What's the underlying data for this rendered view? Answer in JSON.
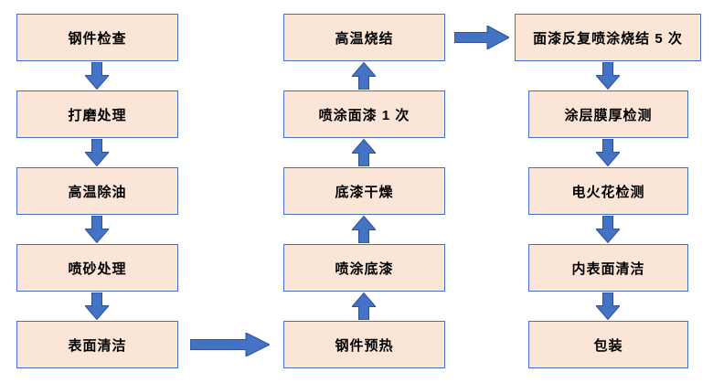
{
  "colors": {
    "background": "#ffffff",
    "box_fill": "#fbe5d6",
    "box_border": "#4472c4",
    "arrow_fill": "#4472c4",
    "arrow_border": "#2f528f",
    "text": "#000000"
  },
  "icons": {
    "arrow_down": "arrow-down-icon",
    "arrow_up": "arrow-up-icon",
    "arrow_right": "arrow-right-icon"
  },
  "flowchart": {
    "column1": {
      "direction": "top-to-bottom",
      "boxes": [
        "钢件检查",
        "打磨处理",
        "高温除油",
        "喷砂处理",
        "表面清洁"
      ]
    },
    "column2": {
      "direction": "bottom-to-top",
      "boxes": [
        "高温烧结",
        "喷涂面漆 1 次",
        "底漆干燥",
        "喷涂底漆",
        "钢件预热"
      ]
    },
    "column3": {
      "direction": "top-to-bottom",
      "boxes": [
        "面漆反复喷涂烧结 5 次",
        "涂层膜厚检测",
        "电火花检测",
        "内表面清洁",
        "包装"
      ]
    },
    "sequence": [
      "钢件检查",
      "打磨处理",
      "高温除油",
      "喷砂处理",
      "表面清洁",
      "钢件预热",
      "喷涂底漆",
      "底漆干燥",
      "喷涂面漆 1 次",
      "高温烧结",
      "面漆反复喷涂烧结 5 次",
      "涂层膜厚检测",
      "电火花检测",
      "内表面清洁",
      "包装"
    ]
  }
}
